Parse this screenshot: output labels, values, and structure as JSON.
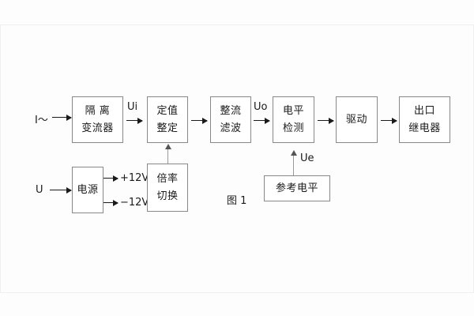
{
  "diagram": {
    "caption": "图 1",
    "line_color": "#1a1a1a",
    "box_border_color": "#888888",
    "background": "#ffffff",
    "inputs": [
      {
        "name": "current-input",
        "label": "I～"
      },
      {
        "name": "voltage-input",
        "label": "U"
      }
    ],
    "main_chain": [
      {
        "name": "isolation-transformer",
        "line1": "隔 离",
        "line2": "变流器"
      },
      {
        "name": "setting-value",
        "line1": "定值",
        "line2": "整定"
      },
      {
        "name": "rectifier-filter",
        "line1": "整流",
        "line2": "滤波"
      },
      {
        "name": "level-detection",
        "line1": "电平",
        "line2": "检测"
      },
      {
        "name": "driver",
        "line1": "驱动",
        "line2": ""
      },
      {
        "name": "output-relay",
        "line1": "出口",
        "line2": "继电器"
      }
    ],
    "lower_chain": [
      {
        "name": "power-supply",
        "line1": "电源",
        "line2": ""
      },
      {
        "name": "multiplier-switch",
        "line1": "倍率",
        "line2": "切换"
      },
      {
        "name": "reference-level",
        "line1": "参考电平",
        "line2": ""
      }
    ],
    "signal_labels": [
      {
        "name": "signal-ui",
        "text": "Ui"
      },
      {
        "name": "signal-uo",
        "text": "Uo"
      },
      {
        "name": "signal-ue",
        "text": "Ue"
      }
    ],
    "power_rails": [
      {
        "name": "rail-positive-12v",
        "text": "+12V"
      },
      {
        "name": "rail-negative-12v",
        "text": "−12V"
      }
    ]
  }
}
